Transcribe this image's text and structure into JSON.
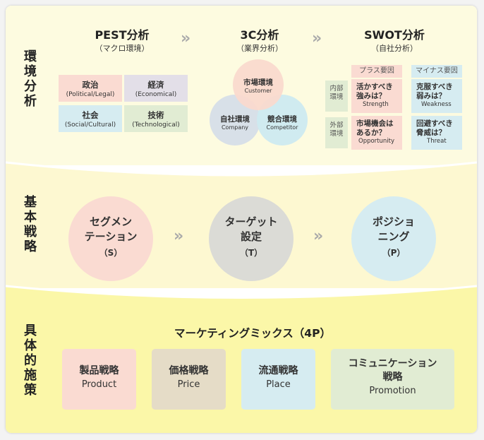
{
  "colors": {
    "band1": "#fdfbe0",
    "band2": "#fdf8d1",
    "band3": "#fbf7a8",
    "pink": "#fadbd2",
    "lavender": "#e3dfe8",
    "lightblue": "#d6ecf1",
    "lightgreen": "#e1ecd3",
    "beige": "#e5dcc7"
  },
  "sides": {
    "env": [
      "環",
      "境",
      "分",
      "析"
    ],
    "basic": [
      "基",
      "本",
      "戦",
      "略"
    ],
    "concrete": [
      "具",
      "体",
      "的",
      "施",
      "策"
    ]
  },
  "arrow_glyph": "»",
  "pest": {
    "title": "PEST分析",
    "sub": "（マクロ環境）",
    "cells": [
      {
        "jp": "政治",
        "en": "(Political/Legal)"
      },
      {
        "jp": "経済",
        "en": "(Economical)"
      },
      {
        "jp": "社会",
        "en": "(Social/Cultural)"
      },
      {
        "jp": "技術",
        "en": "(Technological)"
      }
    ]
  },
  "c3": {
    "title": "3C分析",
    "sub": "（業界分析）",
    "circles": [
      {
        "jp": "市場環境",
        "en": "Customer"
      },
      {
        "jp": "自社環境",
        "en": "Company"
      },
      {
        "jp": "競合環境",
        "en": "Competitor"
      }
    ]
  },
  "swot": {
    "title": "SWOT分析",
    "sub": "（自社分析）",
    "col_heads": [
      "プラス要因",
      "マイナス要因"
    ],
    "row_heads": [
      "内部\n環境",
      "外部\n環境"
    ],
    "cells": [
      {
        "jp": "活かすべき\n強みは？",
        "en": "Strength"
      },
      {
        "jp": "克服すべき\n弱みは？",
        "en": "Weakness"
      },
      {
        "jp": "市場機会は\nあるか？",
        "en": "Opportunity"
      },
      {
        "jp": "回避すべき\n脅威は？",
        "en": "Threat"
      }
    ]
  },
  "basic": [
    {
      "line1": "セグメン",
      "line2": "テーション",
      "abbr": "（S）"
    },
    {
      "line1": "ターゲット",
      "line2": "設定",
      "abbr": "（T）"
    },
    {
      "line1": "ポジショ",
      "line2": "ニング",
      "abbr": "（P）"
    }
  ],
  "mix": {
    "title": "マーケティングミックス（4P）",
    "items": [
      {
        "jp": "製品戦略",
        "en": "Product"
      },
      {
        "jp": "価格戦略",
        "en": "Price"
      },
      {
        "jp": "流通戦略",
        "en": "Place"
      },
      {
        "jp": "コミュニケーション\n戦略",
        "en": "Promotion"
      }
    ]
  }
}
